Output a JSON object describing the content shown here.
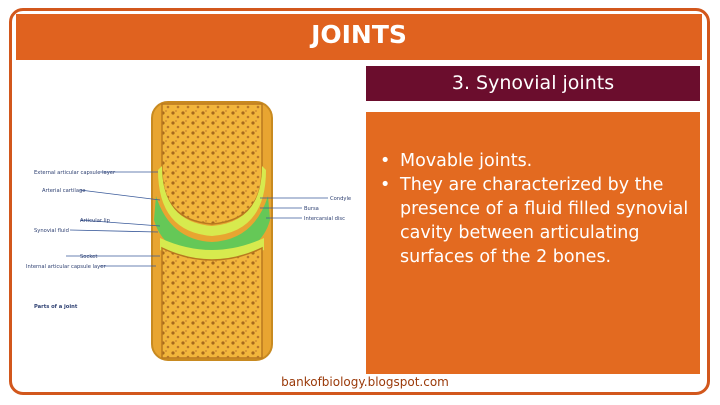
{
  "header": {
    "title": "JOINTS"
  },
  "section": {
    "subtitle": "3. Synovial joints"
  },
  "bullets": [
    "Movable joints.",
    "They are characterized by the presence of a fluid filled synovial cavity between articulating surfaces of the 2 bones."
  ],
  "diagram": {
    "labels": {
      "external_capsule": "External articular capsule layer",
      "arterial_cartilage": "Arterial cartilage",
      "articular_lip": "Articular lip",
      "synovial_fluid": "Synovial fluid",
      "socket": "Socket",
      "internal_capsule": "Internal articular capsule layer",
      "condyle": "Condyle",
      "bursa": "Bursa",
      "intercarsial_disc": "Intercarsial disc",
      "caption": "Parts of a joint"
    },
    "colors": {
      "bone": "#f0b13a",
      "cartilage": "#d7ea4e",
      "fluid": "#5ec95a",
      "marrow": "#a86a1c"
    }
  },
  "footer": {
    "source": "bankofbiology.blogspot.com"
  },
  "colors": {
    "accent": "#e0621f",
    "subtitle_bg": "#6b0d2d",
    "frame": "#d2571c"
  }
}
